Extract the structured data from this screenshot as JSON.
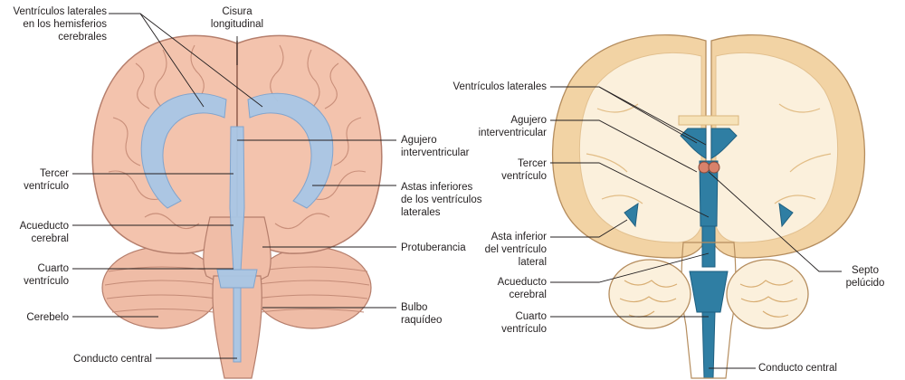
{
  "colors": {
    "brain_pink": "#f3c3ad",
    "gyri_line": "#c98f7a",
    "ventricle_blue_light": "#a9c7e6",
    "ventricle_blue_dark": "#2f7ea3",
    "white_matter": "#fbf0dc",
    "grey_matter": "#f2d3a4",
    "label_text": "#231f20",
    "leader_line": "#231f20"
  },
  "left_figure": {
    "labels": {
      "lateral_ventricles": "Ventrículos laterales\nen los hemisferios\ncerebrales",
      "longitudinal_fissure": "Cisura\nlongitudinal",
      "interventricular_foramen": "Agujero\ninterventricular",
      "third_ventricle": "Tercer\nventrículo",
      "inferior_horns": "Astas inferiores\nde los ventrículos\nlaterales",
      "cerebral_aqueduct": "Acueducto\ncerebral",
      "pons": "Protuberancia",
      "fourth_ventricle": "Cuarto\nventrículo",
      "medulla": "Bulbo\nraquídeo",
      "cerebellum": "Cerebelo",
      "central_canal": "Conducto central"
    }
  },
  "right_figure": {
    "labels": {
      "lateral_ventricles": "Ventrículos laterales",
      "interventricular_foramen": "Agujero\ninterventricular",
      "third_ventricle": "Tercer\nventrículo",
      "inferior_horn": "Asta inferior\ndel ventrículo\nlateral",
      "cerebral_aqueduct": "Acueducto\ncerebral",
      "fourth_ventricle": "Cuarto\nventrículo",
      "septum_pellucidum": "Septo\npelúcido",
      "central_canal": "Conducto central"
    }
  }
}
